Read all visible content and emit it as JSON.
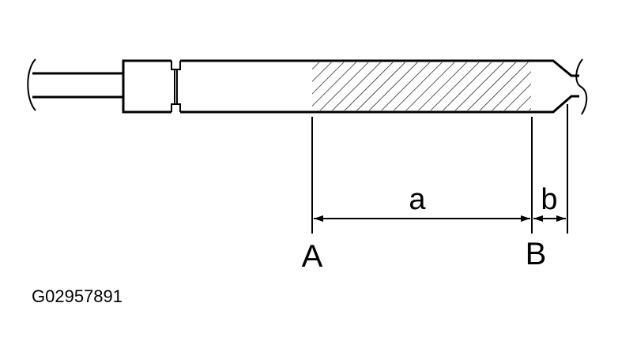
{
  "labels": {
    "dim_a": "a",
    "dim_b": "b",
    "point_a": "A",
    "point_b": "B"
  },
  "figure_code": "G02957891",
  "colors": {
    "stroke": "#000000",
    "background": "#ffffff"
  }
}
